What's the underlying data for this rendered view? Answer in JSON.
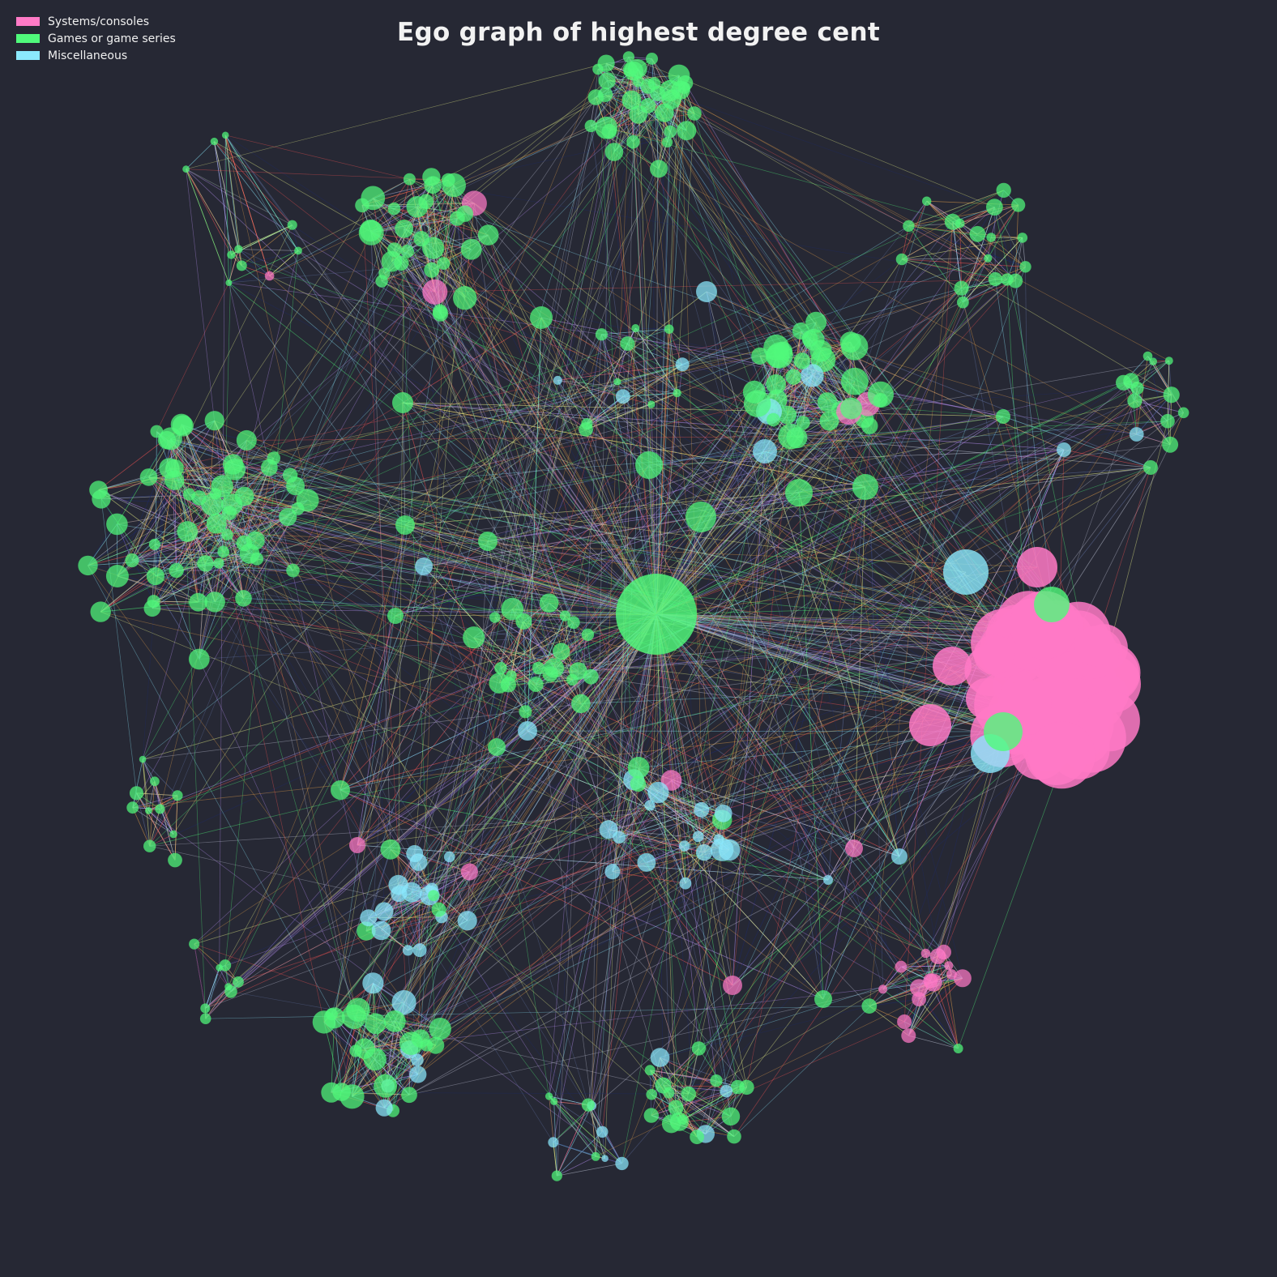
{
  "title": "Ego graph of highest degree cent",
  "legend": {
    "items": [
      {
        "label": "Systems/consoles",
        "color": "#ff7ac6"
      },
      {
        "label": "Games or game series",
        "color": "#50fa7b"
      },
      {
        "label": "Miscellaneous",
        "color": "#8be9fd"
      }
    ]
  },
  "colors": {
    "background": "#262834",
    "node_console": "#ff79c6",
    "node_game": "#50fa7b",
    "node_misc": "#8be9fd",
    "edge_palette": [
      "#e6a04a",
      "#f1fa8c",
      "#6272a4",
      "#bd93f9",
      "#8be9fd",
      "#ff5555",
      "#c0c4d6",
      "#50fa7b",
      "#1f2a6b"
    ]
  }
}
